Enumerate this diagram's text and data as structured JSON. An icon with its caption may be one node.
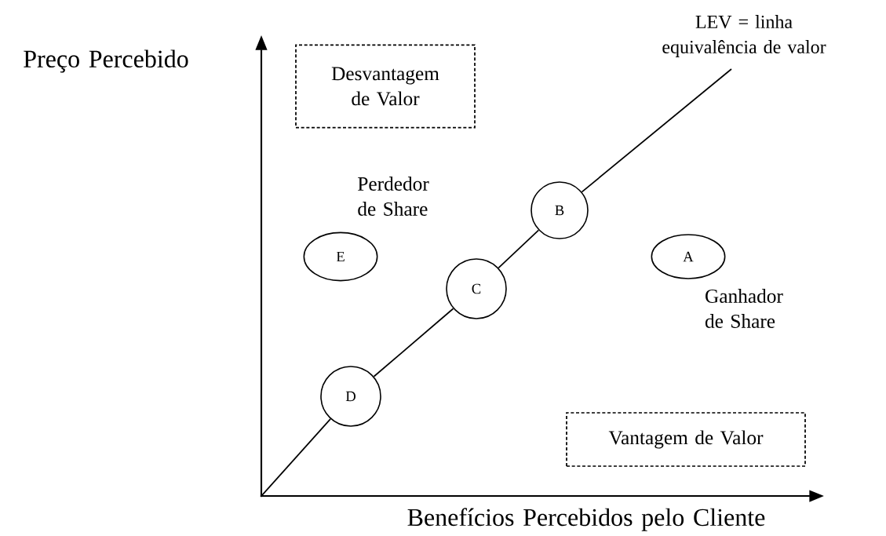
{
  "diagram": {
    "nodes": [
      {
        "text": [
          "Desvantagem de Valor"
        ]
      },
      {
        "text": [
          "Vantagem de Valor"
        ]
      },
      {
        "text": [
          "B"
        ]
      },
      {
        "text": [
          "E"
        ]
      },
      {
        "text": [
          "C"
        ]
      },
      {
        "text": [
          "A"
        ]
      },
      {
        "text": [
          "D"
        ]
      },
      {
        "text": [],
        "shape": "point"
      }
    ],
    "edges": [
      {
        "from": 7,
        "to": 6,
        "arrow": "none"
      },
      {
        "from": 6,
        "to": 4,
        "arrow": "none"
      },
      {
        "from": 4,
        "to": 2,
        "arrow": "none"
      },
      {
        "from": 2,
        "to": null,
        "arrow": "none"
      }
    ],
    "labels": [
      "Preço Percebido",
      "LEV = linha equivalência de valor",
      "Perdedor de Share",
      "Ganhador de Share",
      "Benefícios Percebidos pelo Cliente"
    ]
  }
}
